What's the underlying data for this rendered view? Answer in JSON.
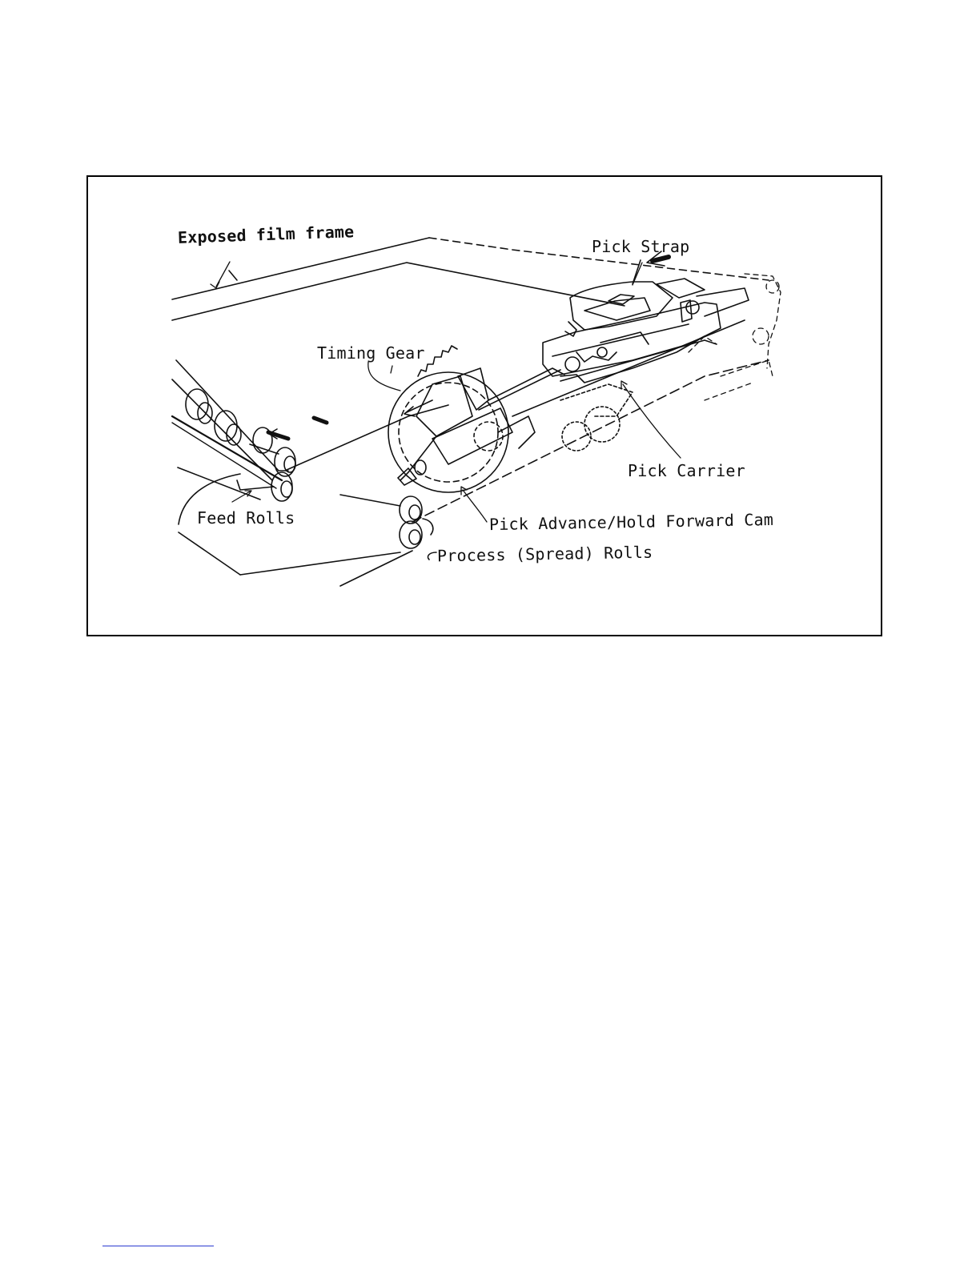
{
  "labels": {
    "exposed_film_frame": "Exposed film frame",
    "pick_strap": "Pick Strap",
    "timing_gear": "Timing Gear",
    "pick_carrier": "Pick Carrier",
    "feed_rolls": "Feed Rolls",
    "pick_advance_cam": "Pick Advance/Hold Forward Cam",
    "process_rolls": "Process (Spread) Rolls"
  }
}
